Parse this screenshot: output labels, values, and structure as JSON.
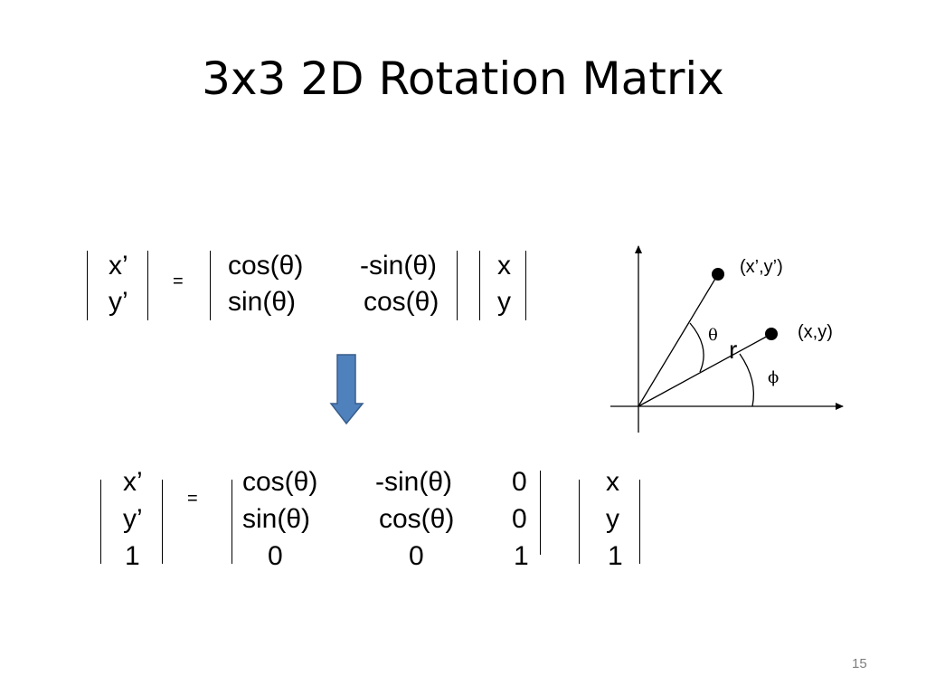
{
  "title": "3x3 2D Rotation Matrix",
  "page_number": "15",
  "matrix2": {
    "lhs": [
      "x’",
      "y’"
    ],
    "equals": "=",
    "rot": [
      [
        "cos(θ)",
        "-sin(θ)"
      ],
      [
        "sin(θ)",
        "cos(θ)"
      ]
    ],
    "vec": [
      "x",
      "y"
    ]
  },
  "matrix3": {
    "lhs": [
      "x’",
      "y’",
      "1"
    ],
    "equals": "=",
    "rot": [
      [
        "cos(θ)",
        "-sin(θ)",
        "0"
      ],
      [
        "sin(θ)",
        "cos(θ)",
        "0"
      ],
      [
        "0",
        "0",
        "1"
      ]
    ],
    "vec": [
      "x",
      "y",
      "1"
    ]
  },
  "diagram": {
    "point_rotated_label": "(x’,y’)",
    "point_original_label": "(x,y)",
    "theta_label": "θ",
    "radius_label": "r",
    "phi_label": "ϕ"
  },
  "colors": {
    "arrow_fill": "#4f81bd",
    "arrow_stroke": "#385d8a"
  }
}
